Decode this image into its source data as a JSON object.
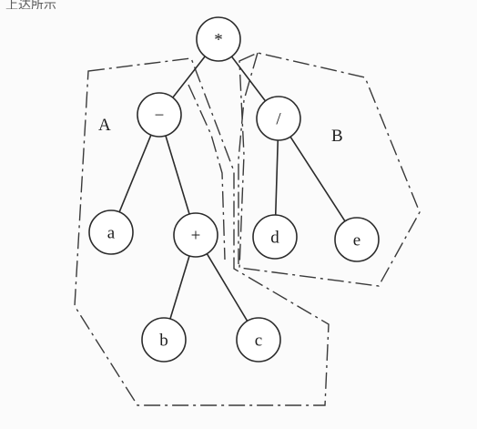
{
  "fragment_text": "上达所示",
  "tree": {
    "nodes": [
      {
        "id": "times",
        "label": "*"
      },
      {
        "id": "minus",
        "label": "−"
      },
      {
        "id": "divide",
        "label": "/"
      },
      {
        "id": "a",
        "label": "a"
      },
      {
        "id": "plus",
        "label": "+"
      },
      {
        "id": "d",
        "label": "d"
      },
      {
        "id": "e",
        "label": "e"
      },
      {
        "id": "b",
        "label": "b"
      },
      {
        "id": "c",
        "label": "c"
      }
    ],
    "edges": [
      [
        "times",
        "minus"
      ],
      [
        "times",
        "divide"
      ],
      [
        "minus",
        "a"
      ],
      [
        "minus",
        "plus"
      ],
      [
        "plus",
        "b"
      ],
      [
        "plus",
        "c"
      ],
      [
        "divide",
        "d"
      ],
      [
        "divide",
        "e"
      ]
    ]
  },
  "regions": [
    {
      "id": "A",
      "label": "A",
      "contains": [
        "minus",
        "a",
        "plus",
        "b",
        "c"
      ]
    },
    {
      "id": "B",
      "label": "B",
      "contains": [
        "divide",
        "d",
        "e"
      ]
    }
  ]
}
